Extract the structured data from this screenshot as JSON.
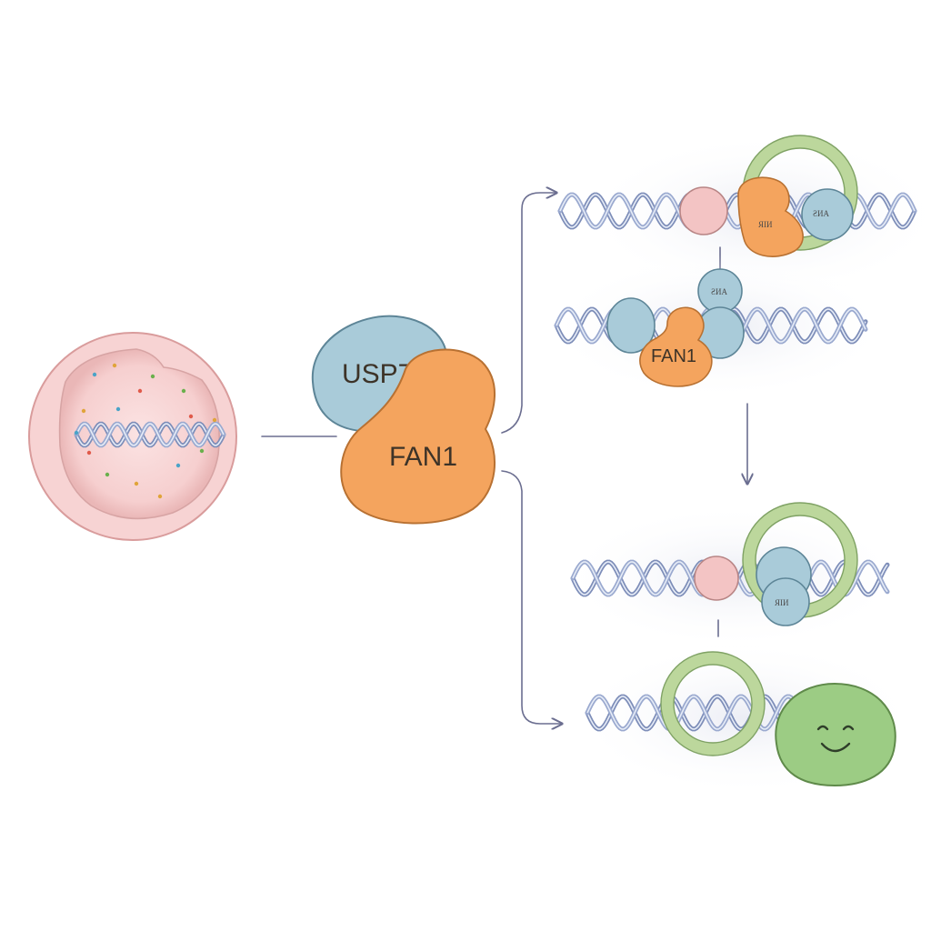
{
  "complex": {
    "usp7_label": "USP7",
    "fan1_label": "FAN1"
  },
  "panel2": {
    "fan1_label": "FAN1"
  },
  "colors": {
    "usp7": "#a9cbd9",
    "fan1": "#f4a45e",
    "ring": "#bcd79c",
    "nick": "#f3c4c4",
    "smiley": "#9ccc84",
    "cell": "#f9dada",
    "arrow": "#6b6e90"
  },
  "icons": [
    "cell-icon",
    "dna-helix-icon",
    "smiley-face-icon"
  ]
}
